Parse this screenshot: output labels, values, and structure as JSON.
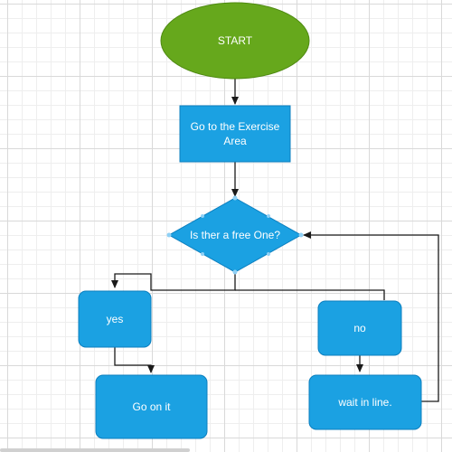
{
  "colors": {
    "start_fill": "#66a81c",
    "start_stroke": "#4f8a12",
    "process_fill": "#1ba1e2",
    "process_stroke": "#0c7fbf",
    "connector": "#1a1a1a",
    "handle": "#8fd0f5"
  },
  "nodes": {
    "start": {
      "label": "START",
      "shape": "ellipse"
    },
    "exercise_area": {
      "label": "Go to the Exercise Area",
      "shape": "rectangle"
    },
    "decision": {
      "label": "Is ther a free One?",
      "shape": "diamond"
    },
    "yes": {
      "label": "yes",
      "shape": "rounded-rectangle"
    },
    "no": {
      "label": "no",
      "shape": "rounded-rectangle"
    },
    "go_on_it": {
      "label": "Go on it",
      "shape": "rounded-rectangle"
    },
    "wait_in_line": {
      "label": "wait in line.",
      "shape": "rounded-rectangle"
    }
  },
  "edges": [
    {
      "from": "start",
      "to": "exercise_area"
    },
    {
      "from": "exercise_area",
      "to": "decision"
    },
    {
      "from": "decision",
      "to": "yes"
    },
    {
      "from": "decision",
      "to": "no"
    },
    {
      "from": "yes",
      "to": "go_on_it"
    },
    {
      "from": "no",
      "to": "wait_in_line"
    },
    {
      "from": "wait_in_line",
      "to": "decision"
    }
  ]
}
